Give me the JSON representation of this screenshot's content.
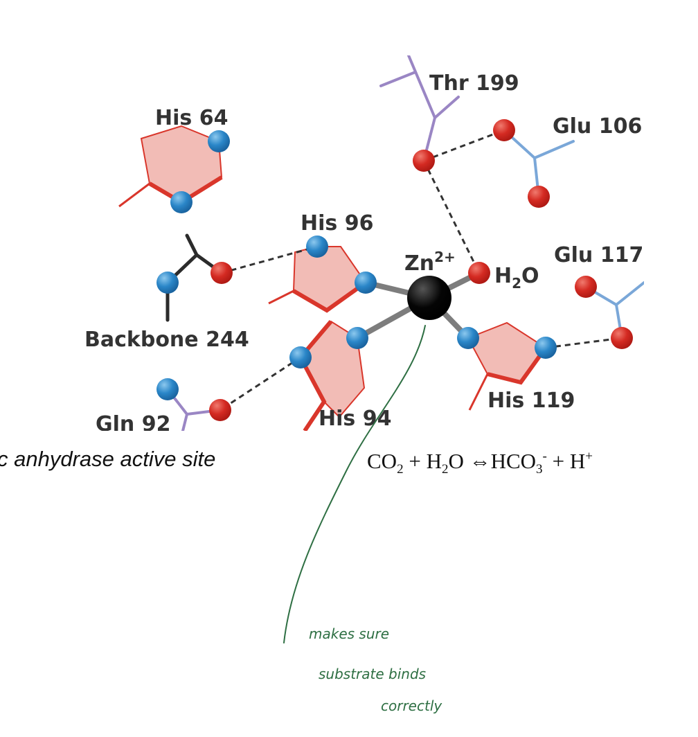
{
  "residues": {
    "his64": "His 64",
    "his96": "His 96",
    "his94": "His 94",
    "his119": "His 119",
    "thr199": "Thr 199",
    "glu106": "Glu 106",
    "glu117": "Glu 117",
    "backbone244": "Backbone 244",
    "gln92": "Gln 92"
  },
  "metal": {
    "base": "Zn",
    "charge": "2+"
  },
  "water": {
    "h": "H",
    "sub": "2",
    "o": "O"
  },
  "caption": "c anhydrase active site",
  "equation": {
    "co": "CO",
    "co_sub": "2",
    "plus1": " + ",
    "h": "H",
    "h2o_sub": "2",
    "o": "O",
    "arrow": " ⇔",
    "hco": "HCO",
    "hco_sub": "3",
    "hco_sup": "-",
    "plus2": " + ",
    "hplus": "H",
    "hplus_sup": "+"
  },
  "annotation": {
    "line1": "makes   sure",
    "line2": "substrate   binds",
    "line3": "correctly"
  },
  "colors": {
    "oxygen": "#d42a22",
    "nitrogen": "#2a86c8",
    "ring_fill": "#f2bcb6",
    "ring_edge": "#d9362b",
    "thr_chain": "#9a86c4",
    "glu_chain": "#7aa7d8",
    "zinc": "#000000",
    "annotation_ink": "#2e6f43"
  }
}
